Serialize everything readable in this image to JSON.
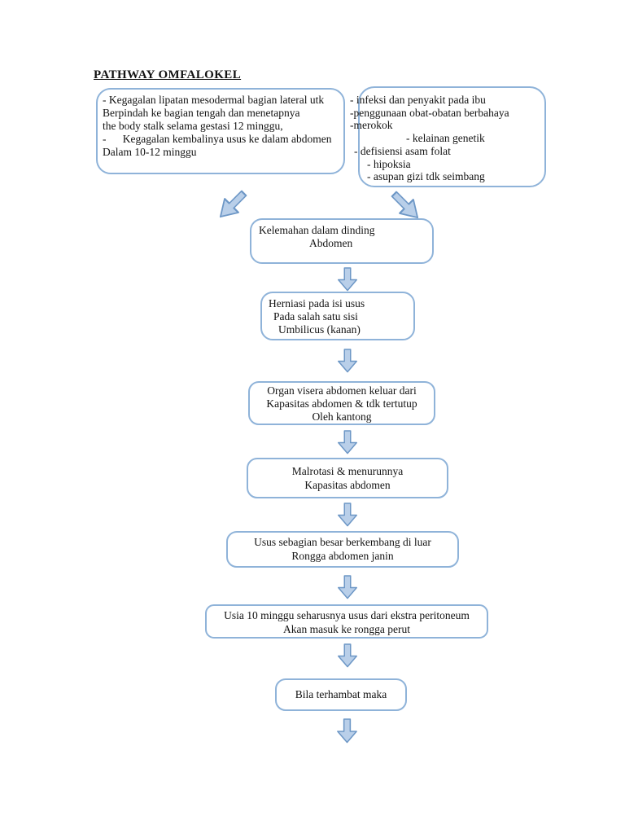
{
  "document": {
    "title": "PATHWAY OMFALOKEL",
    "language": "Indonesian",
    "type": "flowchart"
  },
  "colors": {
    "page_background": "#ffffff",
    "box_border": "#8fb3d9",
    "arrow_fill": "#b9cfe9",
    "arrow_stroke": "#6d97c6",
    "text": "#121212"
  },
  "icons": [
    "merge-arrow-left-icon",
    "merge-arrow-right-icon",
    "down-arrow-icon"
  ],
  "cause_left": {
    "lines": [
      "- Kegagalan lipatan mesodermal bagian lateral utk",
      "Berpindah ke bagian tengah dan menetapnya",
      "the body stalk selama gestasi 12 minggu,",
      "-      Kegagalan kembalinya usus ke dalam abdomen",
      "Dalam 10-12 minggu"
    ]
  },
  "cause_right": {
    "lines": [
      "- infeksi dan penyakit pada ibu",
      "-penggunaan obat-obatan berbahaya",
      "-merokok",
      "- kelainan genetik",
      "- defisiensi asam folat",
      "- hipoksia",
      "- asupan gizi tdk seimbang"
    ]
  },
  "flow": [
    {
      "id": "kelemahan",
      "lines": [
        "Kelemahan dalam dinding",
        "Abdomen"
      ]
    },
    {
      "id": "herniasi",
      "lines": [
        "Herniasi pada isi usus",
        "Pada salah satu sisi",
        "Umbilicus (kanan)"
      ]
    },
    {
      "id": "organ",
      "lines": [
        "Organ visera abdomen keluar dari",
        "Kapasitas abdomen & tdk tertutup",
        "Oleh kantong"
      ]
    },
    {
      "id": "malrotasi",
      "lines": [
        "Malrotasi & menurunnya",
        "Kapasitas abdomen"
      ]
    },
    {
      "id": "usus",
      "lines": [
        "Usus sebagian besar berkembang di luar",
        "Rongga abdomen janin"
      ]
    },
    {
      "id": "usia",
      "lines": [
        "Usia 10 minggu seharusnya usus dari ekstra peritoneum",
        "Akan masuk ke rongga perut"
      ]
    },
    {
      "id": "bila",
      "lines": [
        "Bila terhambat maka"
      ]
    }
  ]
}
